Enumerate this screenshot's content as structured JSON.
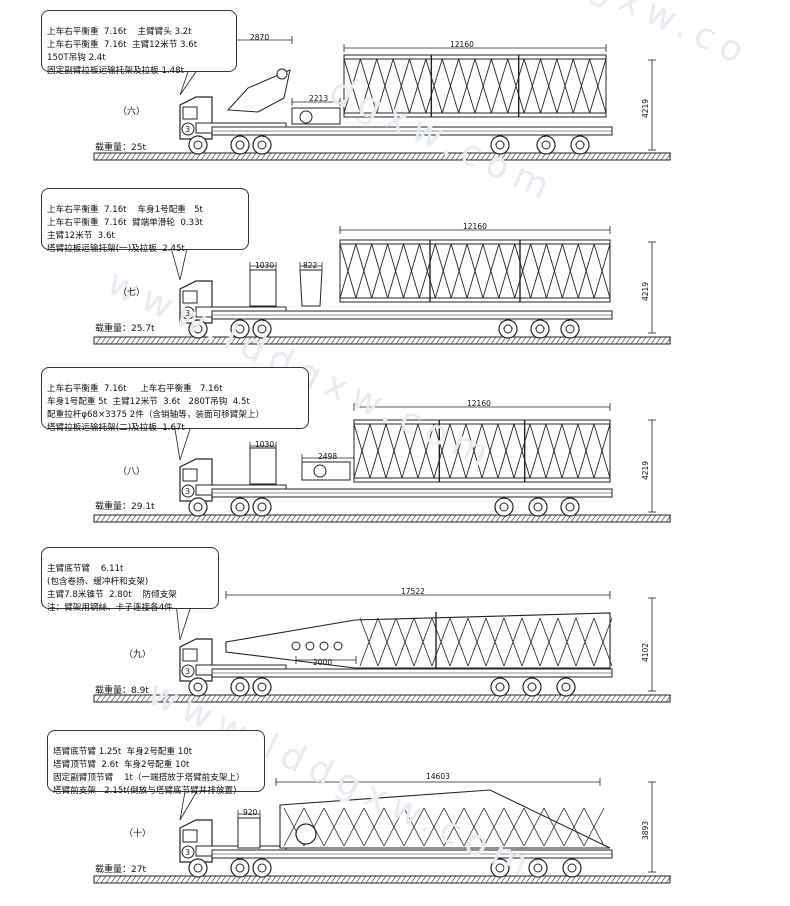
{
  "panels": [
    {
      "id": "six",
      "label": "（六）",
      "load": "载重量：25t",
      "callout": [
        "上车右平衡重  7.16t    主臂臂头 3.2t",
        "上车右平衡重  7.16t  主臂12米节 3.6t",
        "150T吊钩 2.4t",
        "固定副臂拉板运输托架及拉板 1.48t"
      ],
      "dims": {
        "length": "12160",
        "height": "4219",
        "a": "2870",
        "b": "2213"
      }
    },
    {
      "id": "seven",
      "label": "（七）",
      "load": "载重量：25.7t",
      "callout": [
        "上车右平衡重  7.16t    车身1号配重   5t",
        "上车右平衡重  7.16t  臂端单滑轮  0.33t",
        "主臂12米节  3.6t",
        "塔臂拉板运输托架(一)及拉板  2.45t"
      ],
      "dims": {
        "length": "12160",
        "height": "4219",
        "a": "1030",
        "b": "822"
      }
    },
    {
      "id": "eight",
      "label": "（八）",
      "load": "载重量：29.1t",
      "callout": [
        "上车右平衡重  7.16t     上车右平衡重   7.16t",
        "车身1号配重 5t  主臂12米节  3.6t   280T吊钩  4.5t",
        "配重拉杆φ68×3375 2件（含销轴等，装面可移臂架上）",
        "塔臂拉板运输托架(二)及拉板  1.67t"
      ],
      "dims": {
        "length": "12160",
        "height": "4219",
        "a": "1030",
        "b": "2498"
      }
    },
    {
      "id": "nine",
      "label": "（九）",
      "load": "载重量：8.9t",
      "callout": [
        "主臂底节臂    6.11t",
        "(包含卷扬、缓冲杆和支架)",
        "主臂7.8米锥节  2.80t    防倾支架",
        "注：臂架用钢絲、卡子连接各4件"
      ],
      "dims": {
        "length": "17522",
        "height": "4102",
        "a": "2000"
      }
    },
    {
      "id": "ten",
      "label": "（十）",
      "load": "载重量：27t",
      "callout": [
        "塔臂底节臂 1.25t  车身2号配重 10t",
        "塔臂顶节臂  2.6t  车身2号配重 10t",
        "固定副臂顶节臂    1t（一端搭放于塔臂前支架上）",
        "塔臂前支架   2.15t(倒放与塔臂底节臂并排放置)"
      ],
      "dims": {
        "length": "14603",
        "height": "3893",
        "a": "920"
      }
    }
  ]
}
